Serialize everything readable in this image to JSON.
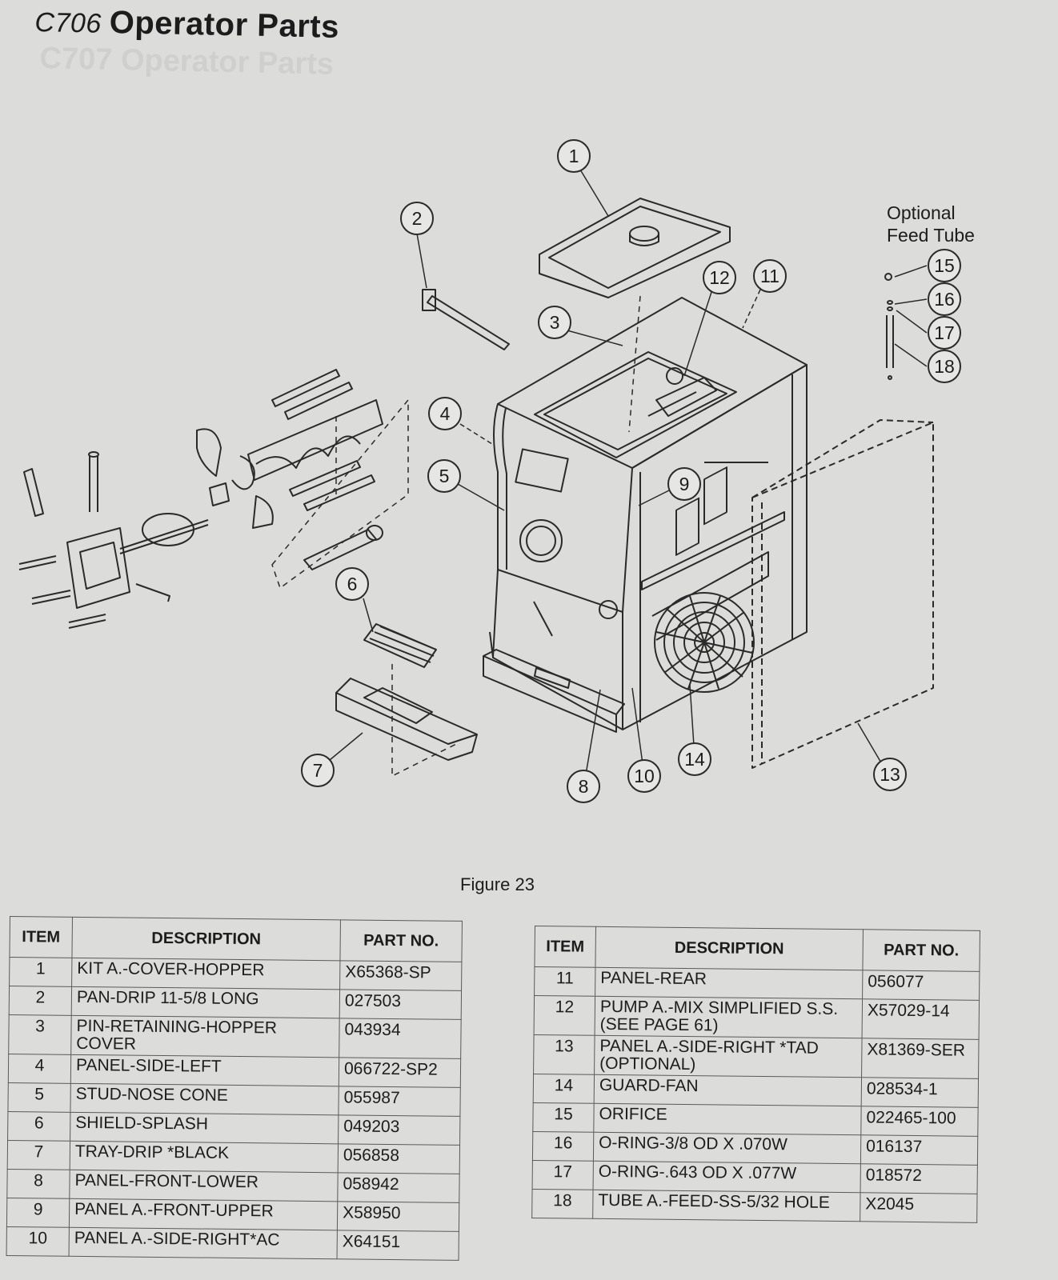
{
  "header": {
    "model": "C706",
    "title": "Operator Parts"
  },
  "diagram": {
    "callouts": [
      "1",
      "2",
      "3",
      "4",
      "5",
      "6",
      "7",
      "8",
      "9",
      "10",
      "11",
      "12",
      "13",
      "14",
      "15",
      "16",
      "17",
      "18"
    ],
    "note_lines": [
      "Optional",
      "Feed Tube"
    ]
  },
  "figure_caption": "Figure 23",
  "table_headers": {
    "item": "ITEM",
    "description": "DESCRIPTION",
    "part_no": "PART NO."
  },
  "parts_left": [
    {
      "item": "1",
      "description": "KIT A.-COVER-HOPPER",
      "part_no": "X65368-SP"
    },
    {
      "item": "2",
      "description": "PAN-DRIP 11-5/8 LONG",
      "part_no": "027503"
    },
    {
      "item": "3",
      "description": "PIN-RETAINING-HOPPER COVER",
      "part_no": "043934"
    },
    {
      "item": "4",
      "description": "PANEL-SIDE-LEFT",
      "part_no": "066722-SP2"
    },
    {
      "item": "5",
      "description": "STUD-NOSE CONE",
      "part_no": "055987"
    },
    {
      "item": "6",
      "description": "SHIELD-SPLASH",
      "part_no": "049203"
    },
    {
      "item": "7",
      "description": "TRAY-DRIP *BLACK",
      "part_no": "056858"
    },
    {
      "item": "8",
      "description": "PANEL-FRONT-LOWER",
      "part_no": "058942"
    },
    {
      "item": "9",
      "description": "PANEL A.-FRONT-UPPER",
      "part_no": "X58950"
    },
    {
      "item": "10",
      "description": "PANEL A.-SIDE-RIGHT*AC",
      "part_no": "X64151"
    }
  ],
  "parts_right": [
    {
      "item": "11",
      "description": "PANEL-REAR",
      "part_no": "056077"
    },
    {
      "item": "12",
      "description": "PUMP A.-MIX SIMPLIFIED S.S. (SEE PAGE 61)",
      "part_no": "X57029-14"
    },
    {
      "item": "13",
      "description": "PANEL A.-SIDE-RIGHT *TAD (OPTIONAL)",
      "part_no": "X81369-SER"
    },
    {
      "item": "14",
      "description": "GUARD-FAN",
      "part_no": "028534-1"
    },
    {
      "item": "15",
      "description": "ORIFICE",
      "part_no": "022465-100"
    },
    {
      "item": "16",
      "description": "O-RING-3/8 OD X .070W",
      "part_no": "016137"
    },
    {
      "item": "17",
      "description": "O-RING-.643 OD X .077W",
      "part_no": "018572"
    },
    {
      "item": "18",
      "description": "TUBE A.-FEED-SS-5/32 HOLE",
      "part_no": "X2045"
    }
  ]
}
